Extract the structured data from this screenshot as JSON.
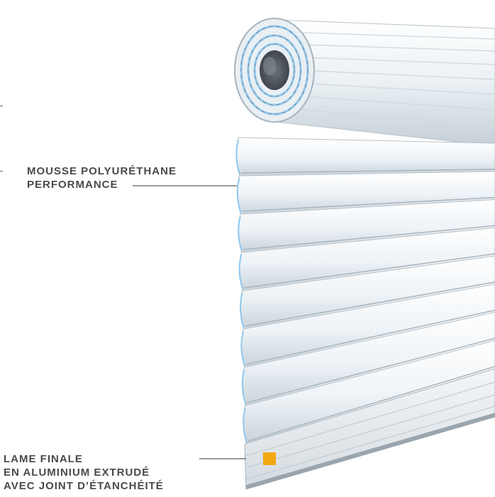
{
  "callouts": {
    "foam": {
      "line1": "MOUSSE POLYURÉTHANE",
      "line2": "PERFORMANCE"
    },
    "final_slat": {
      "line1": "LAME FINALE",
      "line2": "EN ALUMINIUM EXTRUDÉ",
      "line3": "AVEC JOINT D’ÉTANCHÉITÉ"
    }
  },
  "colors": {
    "slat": "#eef3f7",
    "slat_shadow": "#c9d3da",
    "seal": "#8fc7ee",
    "marker": "#f3a712",
    "label_text": "#4a4a4a",
    "leader_line": "#333333"
  },
  "diagram": {
    "subject": "aluminium roller shutter with rolled drum",
    "visible_slat_count": 8,
    "has_final_slat_marker": true
  }
}
